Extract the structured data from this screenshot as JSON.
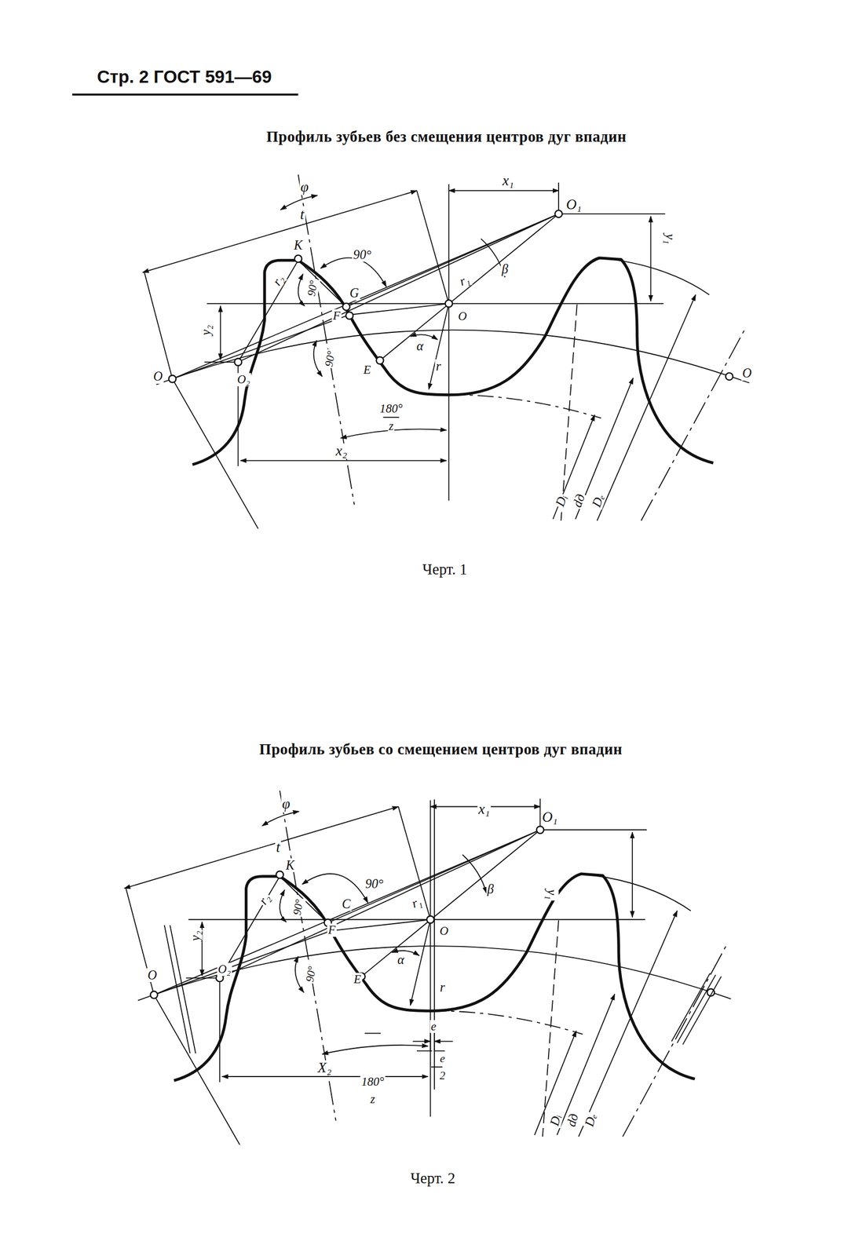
{
  "diagram": {
    "labels": [
      "Стр. 2 ГОСТ 591—69",
      "Профиль зубьев без смещения центров дуг впадин",
      "φ",
      "t",
      "x₁",
      "O₁",
      "K",
      "90°",
      "r₂",
      "90°",
      "G",
      "β",
      "r₁",
      "F",
      "O",
      "y₁",
      "y₂",
      "O",
      "O₂",
      "90°",
      "E",
      "α",
      "r",
      "180°",
      "z",
      "x₂",
      "O",
      "Dᵢ",
      "dд",
      "Dₑ",
      "Черт. 1",
      "Профиль зубьев со смещением центров дуг впадин",
      "φ",
      "t",
      "x₁",
      "O₁",
      "K",
      "90°",
      "r₂",
      "90°",
      "C",
      "β",
      "r₁",
      "F",
      "O",
      "y₁",
      "y₂",
      "O",
      "O₂",
      "90°",
      "E",
      "α",
      "r",
      "e",
      "e",
      "2",
      "180°",
      "z",
      "X₂",
      "Dᵢ",
      "dд",
      "Dₑ",
      "Черт. 2"
    ]
  }
}
